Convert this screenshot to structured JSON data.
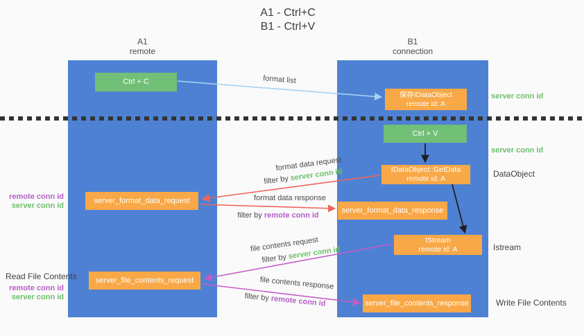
{
  "title": {
    "line1": "A1 - Ctrl+C",
    "line2": "B1 - Ctrl+V"
  },
  "lanes": {
    "a1": {
      "title": "A1",
      "subtitle": "remote"
    },
    "b1": {
      "title": "B1",
      "subtitle": "connection"
    }
  },
  "nodes": {
    "ctrl_c": {
      "label": "Ctrl + C"
    },
    "ctrl_v": {
      "label": "Ctrl + V"
    },
    "save_dataobject": {
      "line1": "保存IDataObject",
      "line2": "remote id: A"
    },
    "getdata": {
      "line1": "IDataObject::GetData",
      "line2": "remote id: A"
    },
    "istream": {
      "line1": "IStream",
      "line2": "remote id: A"
    },
    "format_request": {
      "label": "server_format_data_request"
    },
    "format_response": {
      "label": "server_format_data_response"
    },
    "file_request": {
      "label": "server_file_contents_request"
    },
    "file_response": {
      "label": "server_file_contents_response"
    }
  },
  "flow_labels": {
    "format_list": "format list",
    "format_data_request": "format data request",
    "format_data_response": "format data response",
    "file_contents_request": "file contents request",
    "file_contents_response": "file contents response",
    "filter_by": "filter by",
    "server_conn_id": "server conn id",
    "remote_conn_id": "remote conn id"
  },
  "side_labels": {
    "left_remote_conn_id_top": "remote conn id",
    "left_server_conn_id_top": "server conn id",
    "left_read_file_contents": "Read File Contents",
    "left_remote_conn_id_bottom": "remote conn id",
    "left_server_conn_id_bottom": "server conn id",
    "right_server_conn_id_top": "server conn id",
    "right_server_conn_id_mid": "server conn id",
    "right_dataobject": "DataObject",
    "right_istream": "Istream",
    "right_write_file_contents": "Write File Contents"
  },
  "colors": {
    "bg": "#FAFAFA",
    "lane_blue": "#4E81D3",
    "node_green": "#72BF78",
    "node_orange": "#F8A846",
    "arrow_lightblue": "#A6D3F2",
    "arrow_red": "#F0655C",
    "arrow_magenta": "#C75CC8",
    "arrow_black": "#1F1F1F",
    "text_green": "#6CBF6C",
    "text_purple": "#B45FC6",
    "text_dark": "#404040"
  }
}
